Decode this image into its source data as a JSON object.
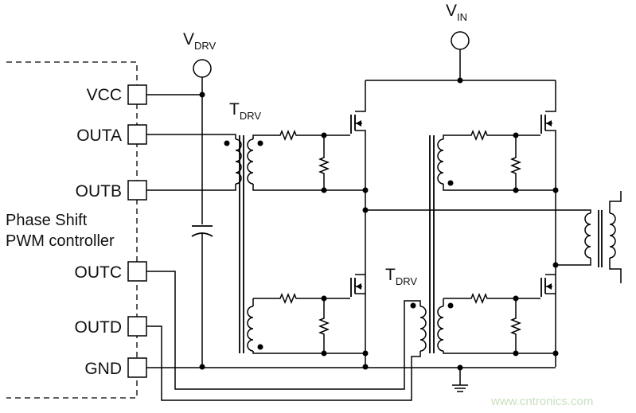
{
  "controller": {
    "title_line1": "Phase Shift",
    "title_line2": "PWM controller",
    "pins": {
      "vcc": "VCC",
      "outa": "OUTA",
      "outb": "OUTB",
      "outc": "OUTC",
      "outd": "OUTD",
      "gnd": "GND"
    }
  },
  "rails": {
    "vdrv": {
      "main": "V",
      "sub": "DRV"
    },
    "vin": {
      "main": "V",
      "sub": "IN"
    }
  },
  "transformers": {
    "gate_drive_top": {
      "main": "T",
      "sub": "DRV"
    },
    "gate_drive_bottom": {
      "main": "T",
      "sub": "DRV"
    }
  },
  "watermark": {
    "text": "www.cntronics.com",
    "color": "#c9dfc0"
  },
  "colors": {
    "ink": "#000000",
    "background": "#ffffff"
  }
}
